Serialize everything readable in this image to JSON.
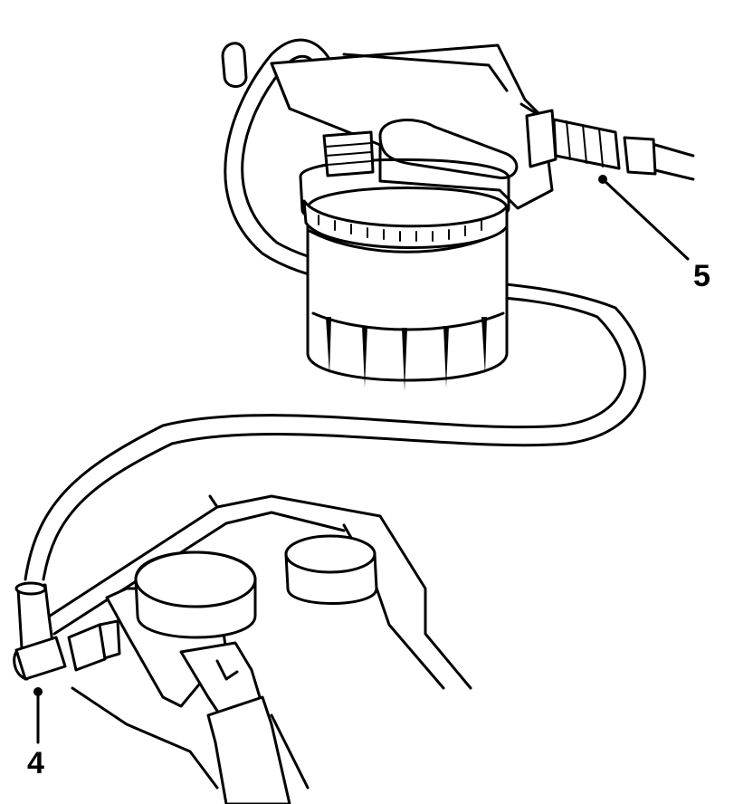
{
  "callouts": [
    {
      "id": "5",
      "text": "5"
    },
    {
      "id": "4",
      "text": "4"
    }
  ],
  "colors": {
    "ink": "#000000",
    "paper": "#ffffff"
  }
}
